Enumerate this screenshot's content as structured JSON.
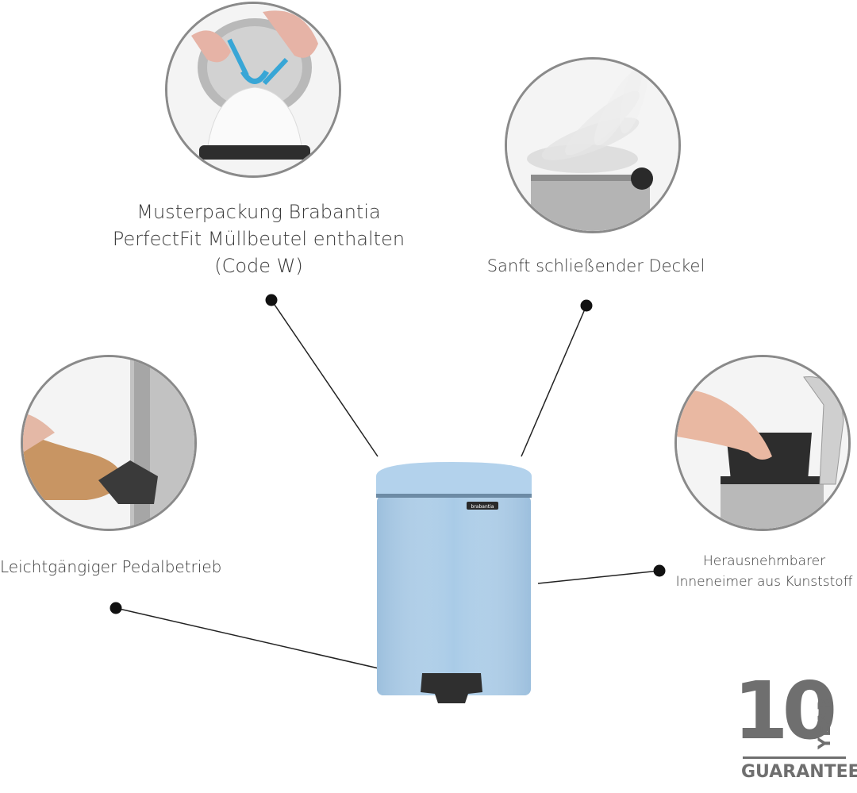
{
  "features": {
    "bag_label": [
      "Musterpackung Brabantia",
      "PerfectFit Müllbeutel enthalten",
      "(Code W)"
    ],
    "lid_label": "Sanft schließender Deckel",
    "pedal_label": "Leichtgängiger Pedalbetrieb",
    "inner_label": [
      "Herausnehmbarer",
      "Inneneimer aus Kunststoff"
    ]
  },
  "bin": {
    "brand_text": "brabantia",
    "color": "#a9cbe7"
  },
  "guarantee": {
    "number": "10",
    "unit": "YEAR",
    "text": "GUARANTEE"
  }
}
